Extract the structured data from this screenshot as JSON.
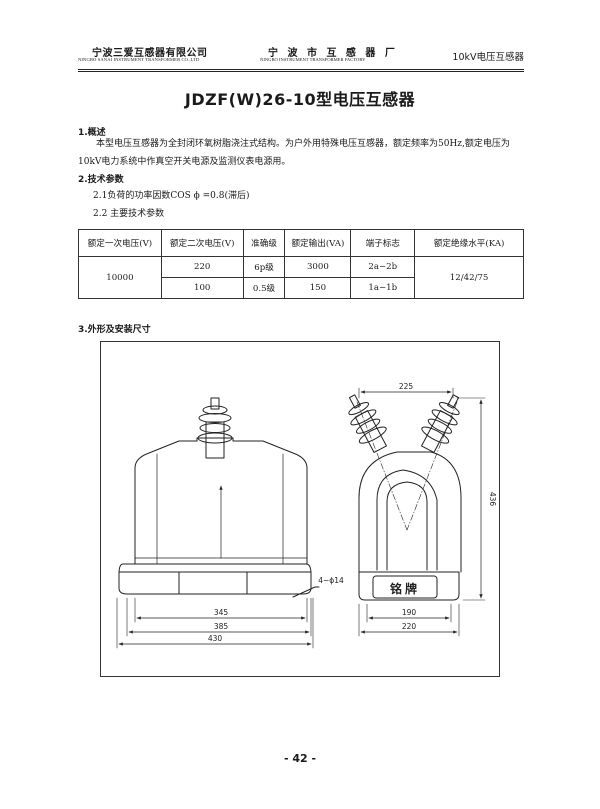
{
  "header": {
    "company_cn": "宁波三爱互感器有限公司",
    "company_en": "NINGBO SANAI INSTRUMENT TRANSFORMER CO.,LTD",
    "factory_cn": "宁 波 市 互 感 器 厂",
    "factory_en": "NINGBO INSTRUMENT TRANSFORMER FACTORY",
    "category": "10kV电压互感器"
  },
  "title": "JDZF(W)26-10型电压互感器",
  "overview": {
    "heading": "1.概述",
    "text": "本型电压互感器为全封闭环氧树脂浇注式结构。为户外用特殊电压互感器，额定频率为50Hz,额定电压为10kV电力系统中作真空开关电源及监测仪表电源用。"
  },
  "tech": {
    "heading": "2.技术参数",
    "item1": "2.1负荷的功率因数COS ϕ =0.8(滞后)",
    "item2": "2.2 主要技术参数"
  },
  "table": {
    "headers": [
      "额定一次电压(V)",
      "额定二次电压(V)",
      "准确级",
      "额定输出(VA)",
      "端子标志",
      "额定绝缘水平(KA)"
    ],
    "primary_voltage": "10000",
    "insulation": "12/42/75",
    "rows": [
      {
        "secondary": "220",
        "accuracy": "6p级",
        "output": "3000",
        "terminal": "2a−2b"
      },
      {
        "secondary": "100",
        "accuracy": "0.5级",
        "output": "150",
        "terminal": "1a−1b"
      }
    ]
  },
  "drawing": {
    "heading": "3.外形及安装尺寸",
    "dims": {
      "d345": "345",
      "d385": "385",
      "d430": "430",
      "holes": "4−ϕ14",
      "d225": "225",
      "d436": "436",
      "d190": "190",
      "d220": "220"
    },
    "nameplate": "铭牌"
  },
  "page_number": "- 42 -"
}
